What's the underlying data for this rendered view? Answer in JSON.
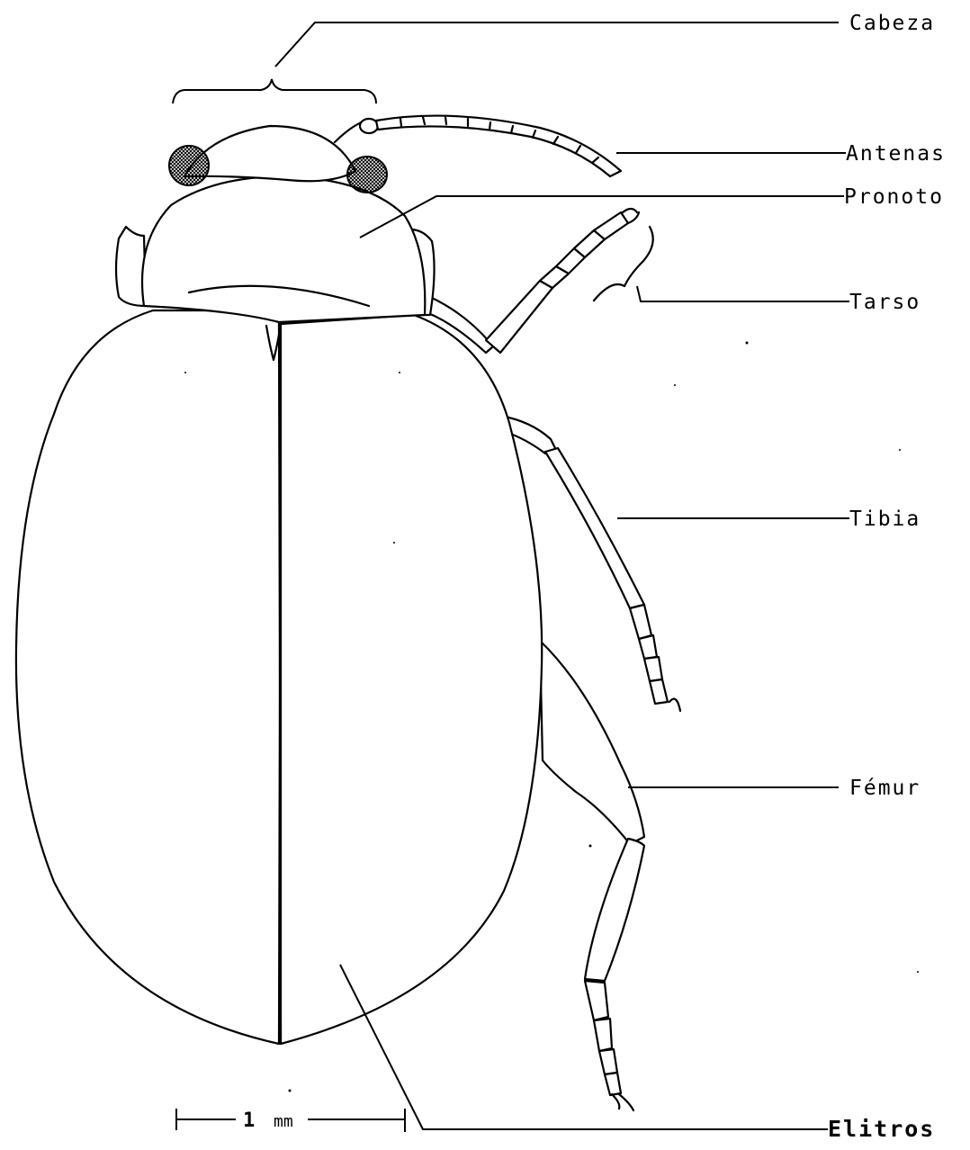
{
  "labels": {
    "cabeza": "Cabeza",
    "antenas": "Antenas",
    "pronoto": "Pronoto",
    "tarso": "Tarso",
    "tibia": "Tibia",
    "femur": "Fémur",
    "elitros": "Elitros"
  },
  "scale_bar": {
    "value": "1",
    "unit": "mm"
  }
}
